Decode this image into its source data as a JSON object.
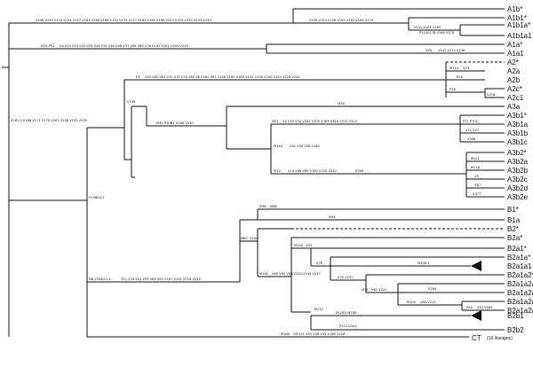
{
  "colors": {
    "branch": "#111111",
    "text": "#111111",
    "green": "#2e9b2e",
    "red": "#d02020"
  },
  "tips": {
    "A1b_star": "A1b*",
    "A1b1_star": "A1b1*",
    "A1b1a_star": "A1b1a*",
    "A1b1a1": "A1b1a1",
    "A1a_star": "A1a*",
    "A1a1": "A1a1",
    "A2_star": "A2*",
    "A2a": "A2a",
    "A2b": "A2b",
    "A2c_star": "A2c*",
    "A2c1": "A2c1",
    "A3a": "A3a",
    "A3b1_star": "A3b1*",
    "A3b1a": "A3b1a",
    "A3b1b": "A3b1b",
    "A3b1c": "A3b1c",
    "A3b2_star": "A3b2*",
    "A3b2a": "A3b2a",
    "A3b2b": "A3b2b",
    "A3b2c": "A3b2c",
    "A3b2d": "A3b2d",
    "A3b2e": "A3b2e",
    "B1_star": "B1*",
    "B1a": "B1a",
    "B2_star": "B2*",
    "B2a_star": "B2a*",
    "B2a1_star": "B2a1*",
    "B2a1a_star": "B2a1a*",
    "B2a1a1": "B2a1a1",
    "B2a1a2_star": "B2a1a2*",
    "B2a1a2a_star": "B2a1a2a*",
    "B2a1a2a1": "B2a1a2a1",
    "B2a1a2a2_star": "B2a1a2a2*",
    "B2a1a2a2a": "B2a1a2a2a",
    "B2b1": "B2b1",
    "B2b2": "B2b2",
    "CT": "CT",
    "CT_note": "(19 lineages)"
  },
  "mutations": {
    "root": "V161.2 V168 V171 V174 V203 V238 V241 V250",
    "a1b": "V148 V149 V152 V154 V157 V163 V166 V168 V172 V173 V177 V182 V190 V196 V223 V225 V229 V233 V239",
    "a1b1": "V150 V153 V158 V159 V162 V164 V170",
    "a1b1a": "V151 V161 V165",
    "a1b1a1_g": "P114",
    "a1b1a1_k": "V178 V169 V176",
    "a1a_g": "M31 P52",
    "a1a_k": "V4 V14 V15 V25 V26 V28 V30 V40 V48 V57 V58 V63 V76 V191 V201 V204 V215",
    "a1a1_r": "V63",
    "a1a1_k": "V147 V214 V236",
    "a2_g": "P3",
    "a2_k": "V50 V60 V61 V70 V72 V76 V80 V81 V82 V97 V108 V160 V180 V192 V198 V200 V224 V228 V242",
    "a2a_g": "M114",
    "a2a_r": "V73",
    "a2b": "P26",
    "a2c_g": "P56",
    "a2c1": "V218",
    "a3": "V249",
    "a3sub_g": "M32 P305",
    "a3sub_k": "V1 V184 V230",
    "a3a": "M28",
    "a3b1_g": "M51",
    "a3b1_r": "V2 V33 V34 V262 V305 V363 V364 V313 V314",
    "a3b1a": "P71 P102",
    "a3b1b": "V11 V57",
    "a3b1c": "V306",
    "a3b_g": "M144",
    "a3b_k": "V51 V56 V58 V160",
    "a3b2_g": "M13",
    "a3b2_k": "V10 V66 V89 V155 V150 V242",
    "a3b2_r": "V309",
    "a3b2a": "M121",
    "a3b2b": "M118",
    "a3b2c": "V3",
    "a3b2d": "V67",
    "a3b2e": "V377",
    "big_g": "P108",
    "big_k": "V221",
    "b_g": "M8 Y108/11.1",
    "b_k": "V21 V29 V31 V59 V64 V82 V187 V202 V216 V235",
    "b1_g": "M38",
    "b1_g2": "M68",
    "b1a": "M46",
    "b2_g": "M69",
    "b2_k": "V244",
    "b2a_g": "M162",
    "b2a_k": "V65 V90 V94 V220 V234 V237",
    "b2a1_g": "M150",
    "b2a1_k": "V93",
    "b2a1a": "V76",
    "b2a1a1": "M108.1",
    "b2a1a2": "V75 V197",
    "b2a1a2a_g": "M75",
    "b2a1a2a_k": "V62 V227",
    "b2a1a2a1": "V264",
    "b2a1a2a2_g": "M100",
    "b2a1a2a2_k": "V84 V212",
    "b2a1a2a2a_g": "P56",
    "b2a1a2a2a_k": "V83 V185",
    "b2b_g": "M112",
    "b2b1_g": "S92(R) M160",
    "b2b2": "P112 V341",
    "ct_g": "M166",
    "ct_k": "V8 V41 V52 V54 V55 V189 V226"
  }
}
